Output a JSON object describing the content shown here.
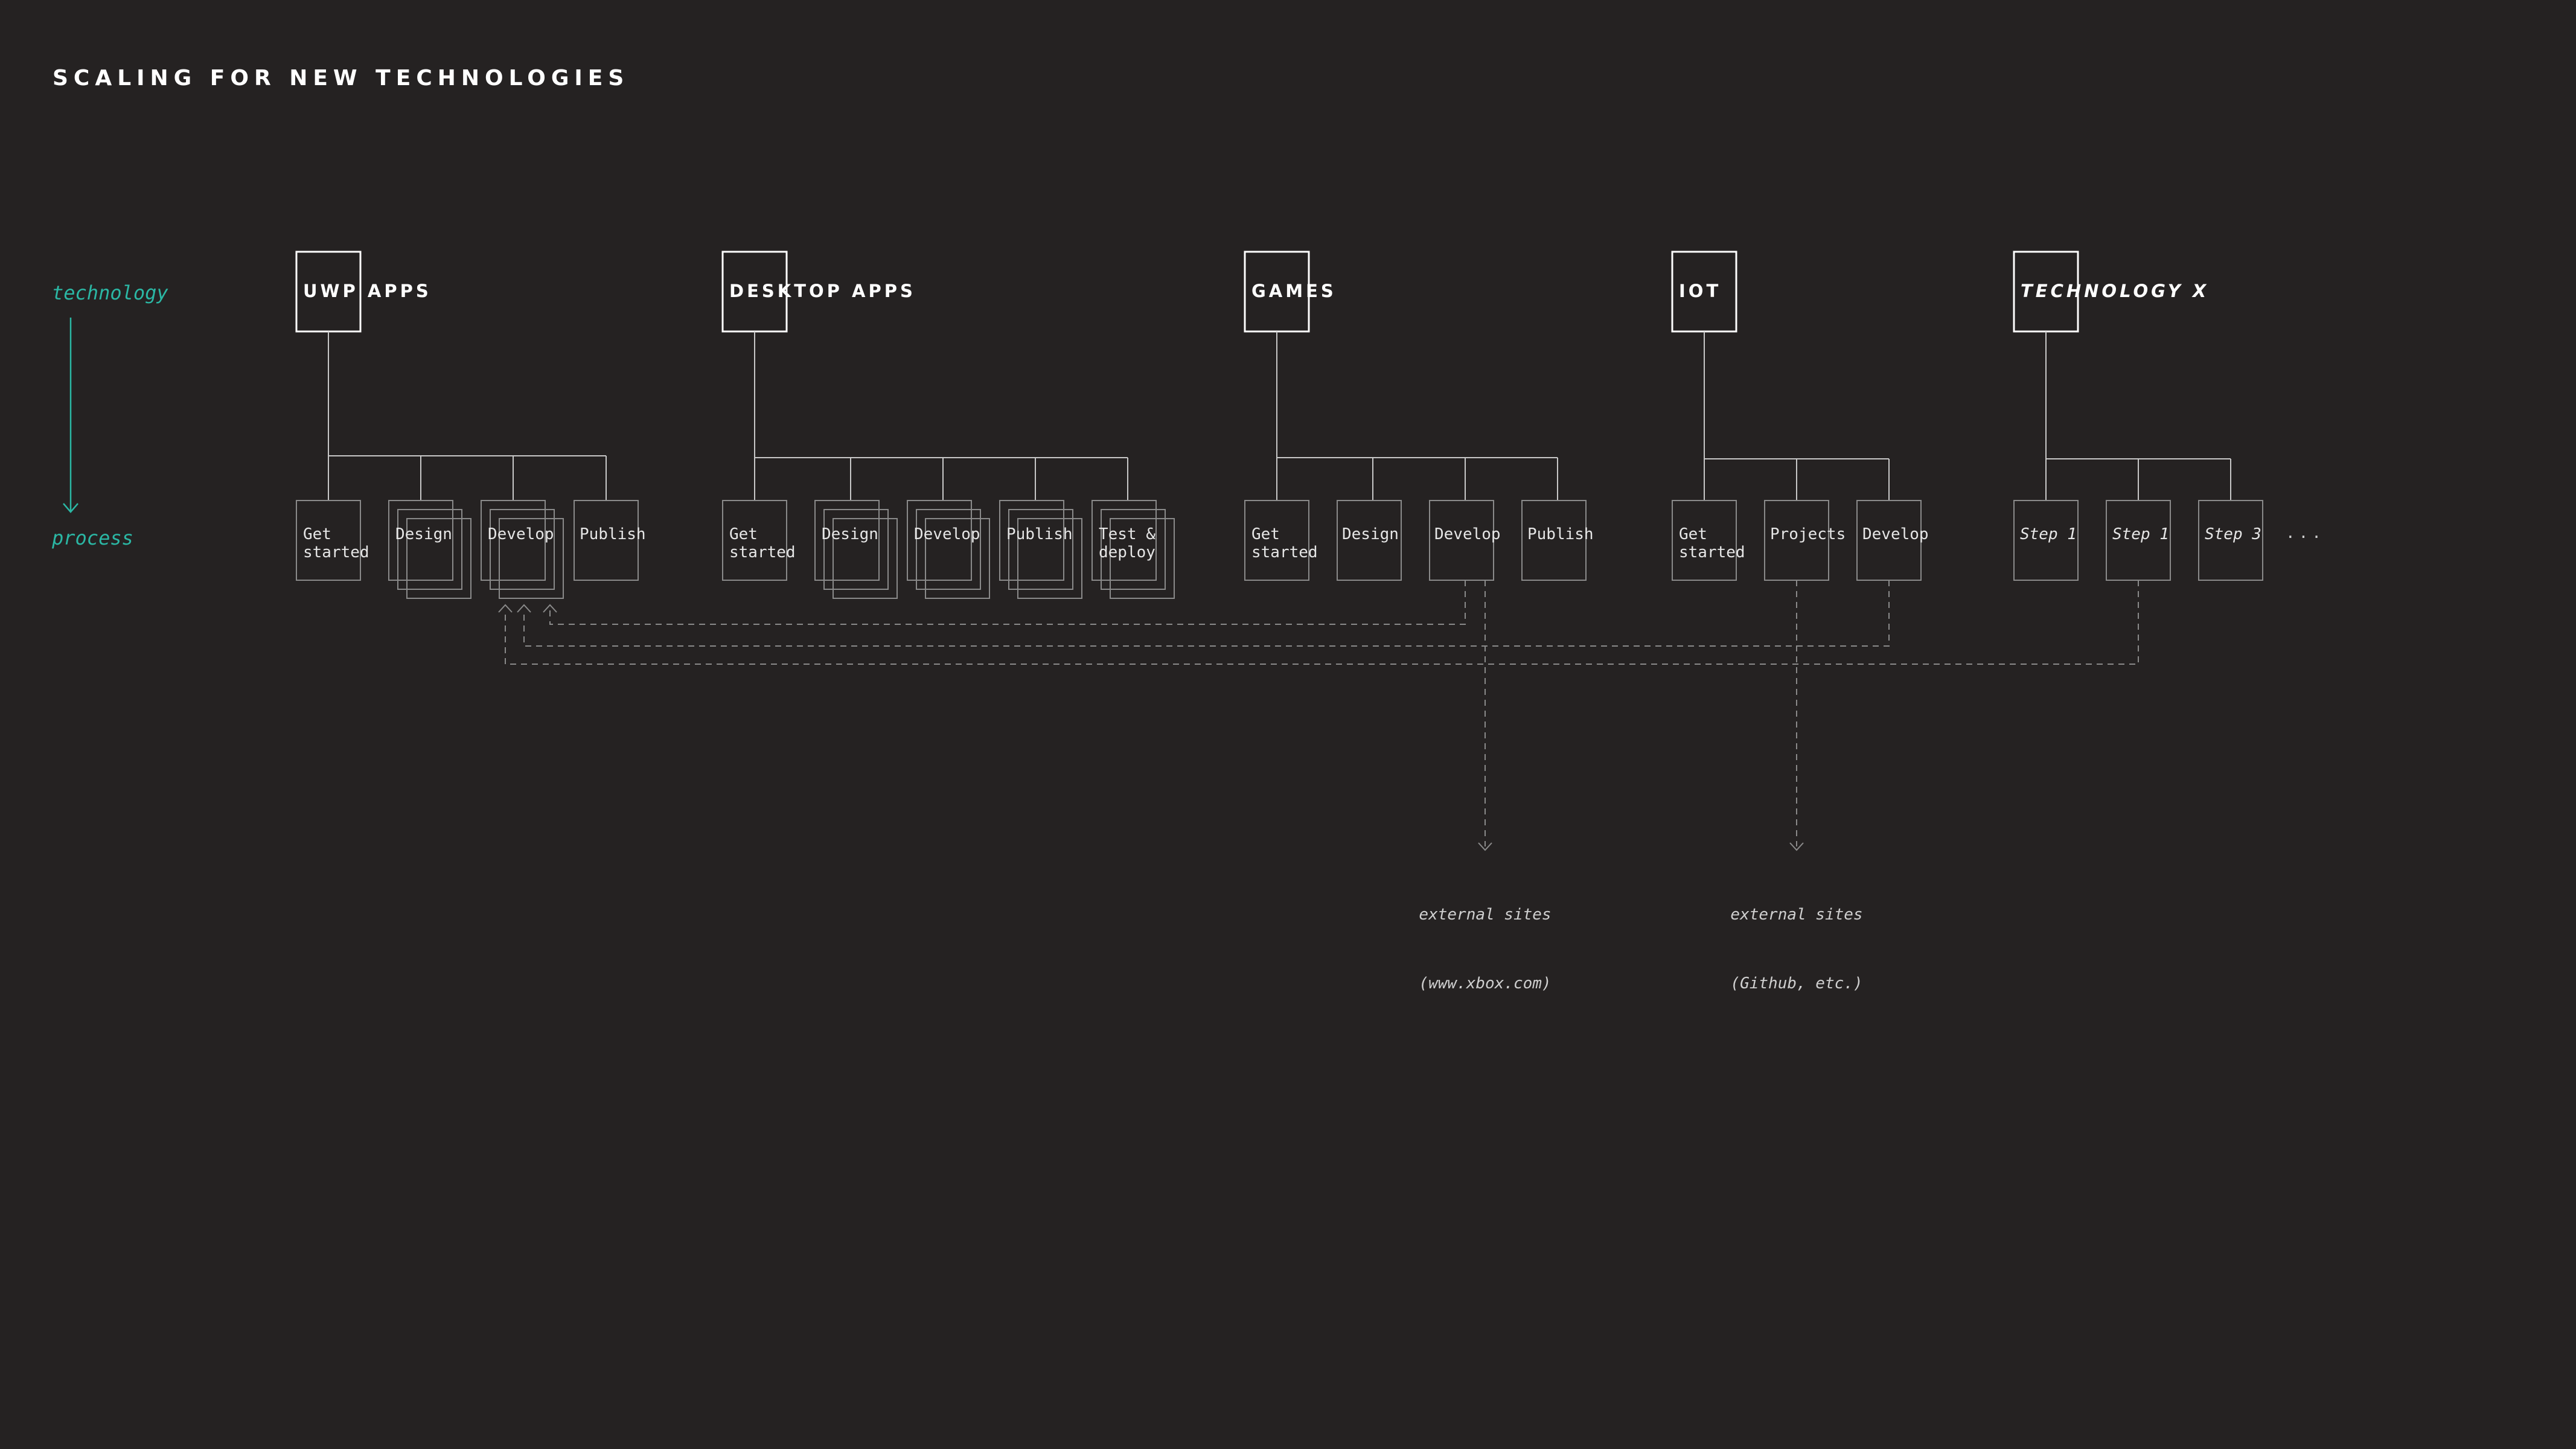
{
  "title": "SCALING FOR NEW TECHNOLOGIES",
  "axis": {
    "technology_label": "technology",
    "process_label": "process",
    "color": "#2bb7a4"
  },
  "colors": {
    "background": "#252222",
    "tech_box": "#ffffff",
    "step_box": "#8a8a8a",
    "connector": "#c8c8c8",
    "dashed": "#8a8a8a"
  },
  "technologies": [
    {
      "label": "UWP APPS",
      "italic": false,
      "steps": [
        {
          "label": "Get\nstarted",
          "stacked": false
        },
        {
          "label": "Design",
          "stacked": true
        },
        {
          "label": "Develop",
          "stacked": true
        },
        {
          "label": "Publish",
          "stacked": false
        }
      ]
    },
    {
      "label": "DESKTOP APPS",
      "italic": false,
      "steps": [
        {
          "label": "Get\nstarted",
          "stacked": false
        },
        {
          "label": "Design",
          "stacked": true
        },
        {
          "label": "Develop",
          "stacked": true
        },
        {
          "label": "Publish",
          "stacked": true
        },
        {
          "label": "Test &\ndeploy",
          "stacked": true
        }
      ]
    },
    {
      "label": "GAMES",
      "italic": false,
      "steps": [
        {
          "label": "Get\nstarted",
          "stacked": false
        },
        {
          "label": "Design",
          "stacked": false
        },
        {
          "label": "Develop",
          "stacked": false
        },
        {
          "label": "Publish",
          "stacked": false
        }
      ]
    },
    {
      "label": "IOT",
      "italic": false,
      "steps": [
        {
          "label": "Get\nstarted",
          "stacked": false
        },
        {
          "label": "Projects",
          "stacked": false
        },
        {
          "label": "Develop",
          "stacked": false
        }
      ]
    },
    {
      "label": "TECHNOLOGY X",
      "italic": true,
      "steps": [
        {
          "label": "Step 1",
          "stacked": false,
          "italic": true
        },
        {
          "label": "Step 1",
          "stacked": false,
          "italic": true
        },
        {
          "label": "Step 3",
          "stacked": false,
          "italic": true
        }
      ],
      "more": "..."
    }
  ],
  "external_sites": [
    {
      "line1": "external sites",
      "line2": "(www.xbox.com)"
    },
    {
      "line1": "external sites",
      "line2": "(Github, etc.)"
    }
  ]
}
